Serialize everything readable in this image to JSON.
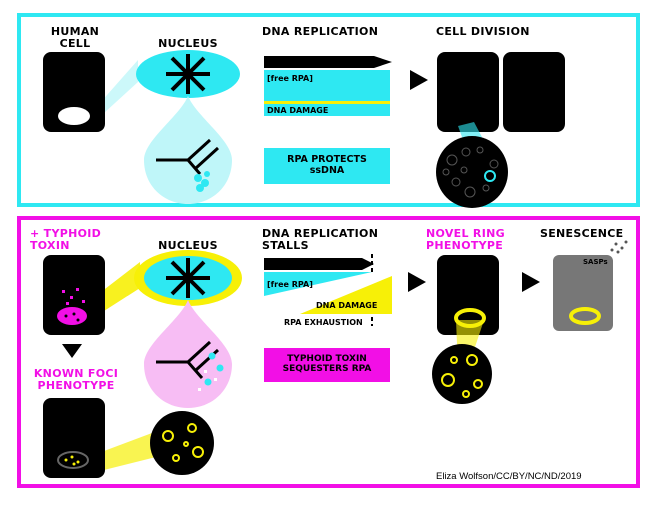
{
  "top": {
    "human_cell": "HUMAN\nCELL",
    "nucleus": "NUCLEUS",
    "dna_replication": "DNA REPLICATION",
    "cell_division": "CELL DIVISION",
    "free_rpa": "[free RPA]",
    "dna_damage": "DNA DAMAGE",
    "rpa_protects": "RPA PROTECTS\nssDNA"
  },
  "bottom": {
    "typhoid_toxin": "+ TYPHOID\nTOXIN",
    "nucleus": "NUCLEUS",
    "replication_stalls": "DNA REPLICATION\nSTALLS",
    "novel_ring": "NOVEL RING\nPHENOTYPE",
    "senescence": "SENESCENCE",
    "sasps": "SASPs",
    "free_rpa": "[free RPA]",
    "dna_damage": "DNA DAMAGE",
    "rpa_exhaustion": "RPA EXHAUSTION",
    "sequesters": "TYPHOID TOXIN\nSEQUESTERS RPA",
    "known_foci": "KNOWN FOCI\nPHENOTYPE"
  },
  "credit": "Eliza Wolfson/CC/BY/NC/ND/2019",
  "colors": {
    "cyan": "#2ee8f2",
    "magenta": "#f20fe6",
    "yellow": "#f7f007",
    "light_cyan": "#bff6f9",
    "pink": "#f7bdf4",
    "gray": "#777777"
  }
}
